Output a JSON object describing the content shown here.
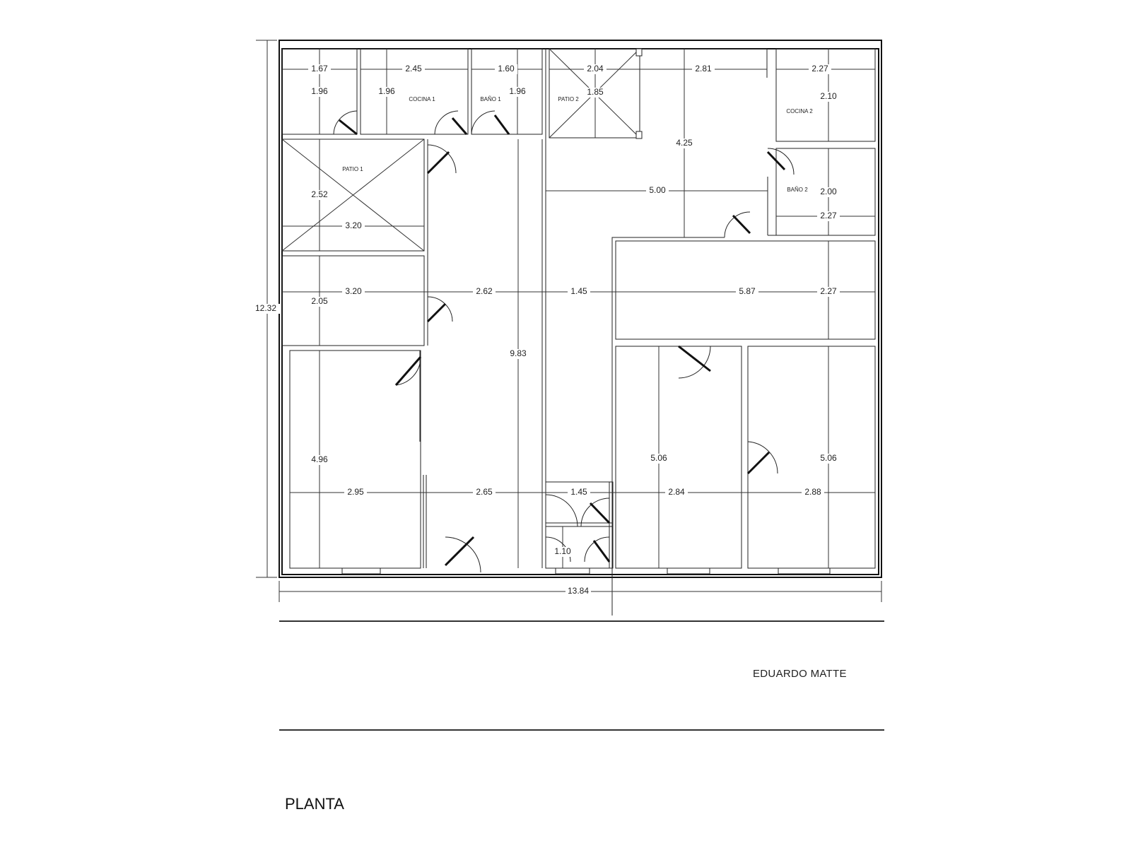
{
  "rooms": [
    "PATIO 1",
    "COCINA 1",
    "BAÑO 1",
    "PATIO 2",
    "COCINA 2",
    "BAÑO 2"
  ],
  "dims": [
    "1.67",
    "1.96",
    "2.45",
    "1.96",
    "1.60",
    "1.96",
    "2.04",
    "1.85",
    "2.81",
    "2.27",
    "2.10",
    "4.25",
    "2.52",
    "3.20",
    "5.00",
    "2.00",
    "2.27",
    "3.20",
    "2.05",
    "2.62",
    "1.45",
    "5.87",
    "2.27",
    "9.83",
    "4.96",
    "5.06",
    "5.06",
    "2.95",
    "2.65",
    "1.45",
    "2.84",
    "2.88",
    "1.10",
    "12.32",
    "13.84"
  ],
  "author": "EDUARDO MATTE",
  "sheet_title": "PLANTA"
}
